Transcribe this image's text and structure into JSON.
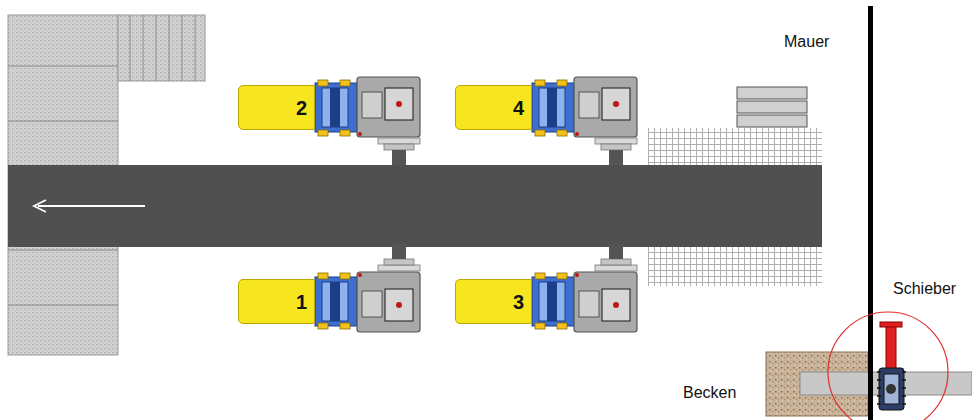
{
  "diagram": {
    "nodes": [
      {
        "text": [
          "2"
        ]
      },
      {
        "text": [
          "4"
        ]
      },
      {
        "text": [
          "1"
        ]
      },
      {
        "text": [
          "3"
        ]
      }
    ],
    "labels": [
      "Mauer",
      "Schieber",
      "Becken"
    ]
  }
}
